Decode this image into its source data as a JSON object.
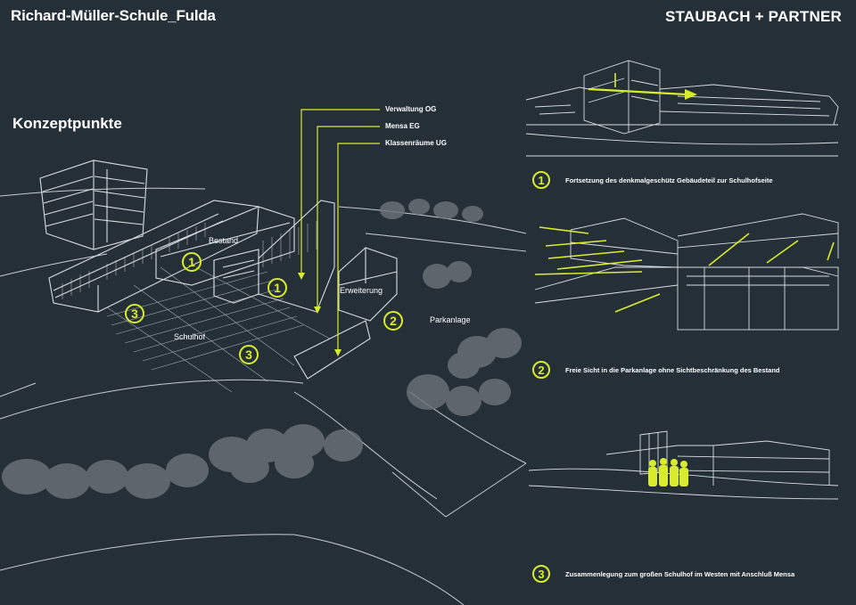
{
  "header": {
    "title": "Richard-Müller-Schule_Fulda",
    "brand": "STAUBACH + PARTNER"
  },
  "section_title": "Konzeptpunkte",
  "legend": [
    "Verwaltung OG",
    "Mensa EG",
    "Klassenräume UG"
  ],
  "plan_labels": {
    "bestand": "Bestand",
    "erweiterung": "Erweiterung",
    "parkanlage": "Parkanlage",
    "schulhof": "Schulhof"
  },
  "markers": {
    "one": "1",
    "two": "2",
    "three": "3"
  },
  "captions": [
    {
      "num": "1",
      "text": "Fortsetzung des denkmalgeschütz Gebäudeteil zur Schulhofseite"
    },
    {
      "num": "2",
      "text": "Freie Sicht in die Parkanlage ohne Sichtbeschränkung des Bestand"
    },
    {
      "num": "3",
      "text": "Zusammenlegung zum großen Schulhof im Westen mit Anschluß Mensa"
    }
  ],
  "colors": {
    "background": "#252f38",
    "accent": "#d9ec2b",
    "sketch": "#d8dde2",
    "tree": "#6c7479"
  }
}
